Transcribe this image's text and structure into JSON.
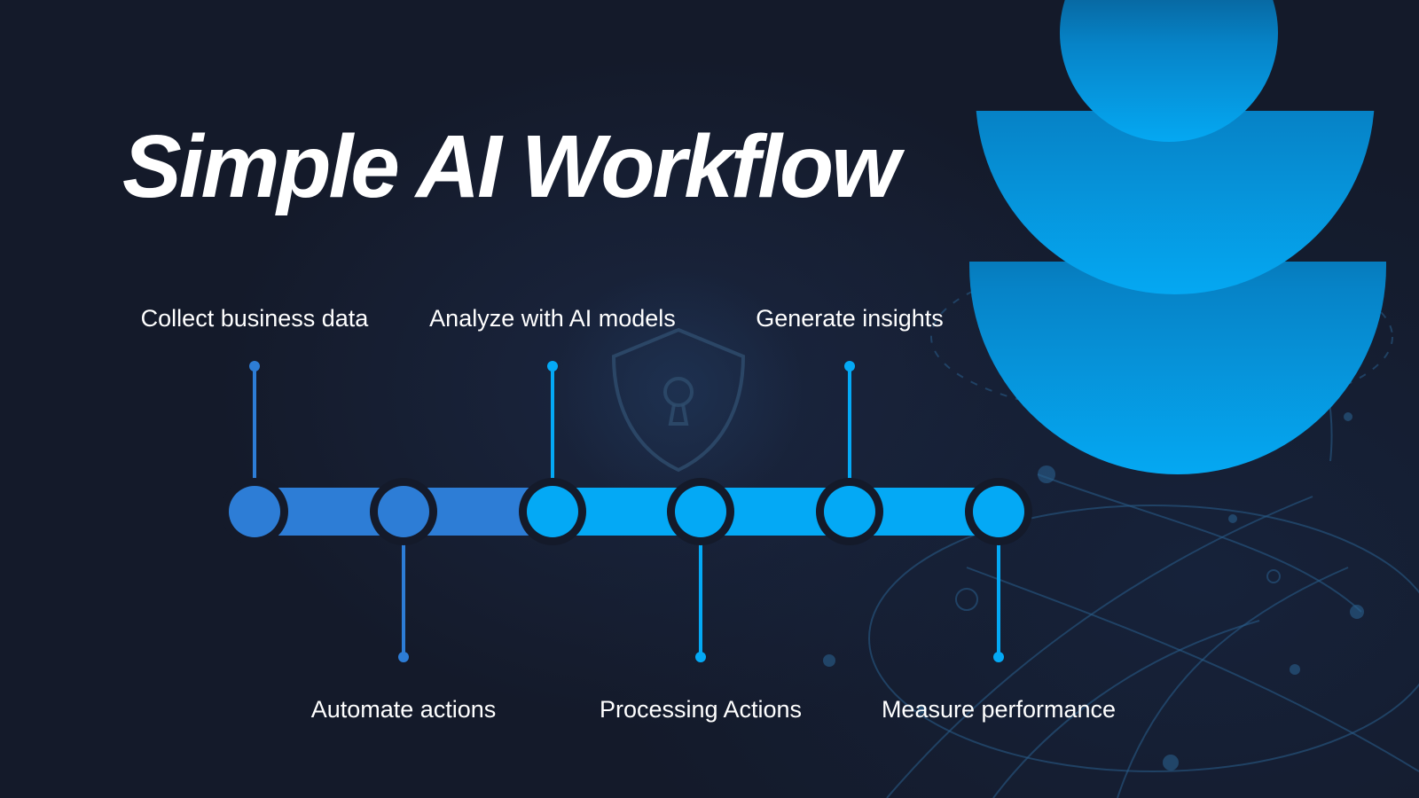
{
  "title": "Simple AI Workflow",
  "colors": {
    "background": "#141a2a",
    "text": "#ffffff",
    "blue_dark": "#2d7dd6",
    "blue_bright": "#04a9f5",
    "circle_gradient_top": "#0a3d66",
    "circle_gradient_bottom": "#05a8f2"
  },
  "decorations": {
    "center_icon": "shield-lock-icon",
    "background": "network-globe-graphic"
  },
  "steps": [
    {
      "label": "Collect business data",
      "color": "#2d7dd6",
      "label_side": "top"
    },
    {
      "label": "Automate actions",
      "color": "#2d7dd6",
      "label_side": "bottom"
    },
    {
      "label": "Analyze with AI models",
      "color": "#04a9f5",
      "label_side": "top"
    },
    {
      "label": "Processing Actions",
      "color": "#04a9f5",
      "label_side": "bottom"
    },
    {
      "label": "Generate insights",
      "color": "#04a9f5",
      "label_side": "top"
    },
    {
      "label": "Measure performance",
      "color": "#04a9f5",
      "label_side": "bottom"
    }
  ],
  "connectors": [
    {
      "color": "#2d7dd6"
    },
    {
      "color": "#2d7dd6"
    },
    {
      "color": "#04a9f5"
    },
    {
      "color": "#04a9f5"
    },
    {
      "color": "#04a9f5"
    }
  ]
}
